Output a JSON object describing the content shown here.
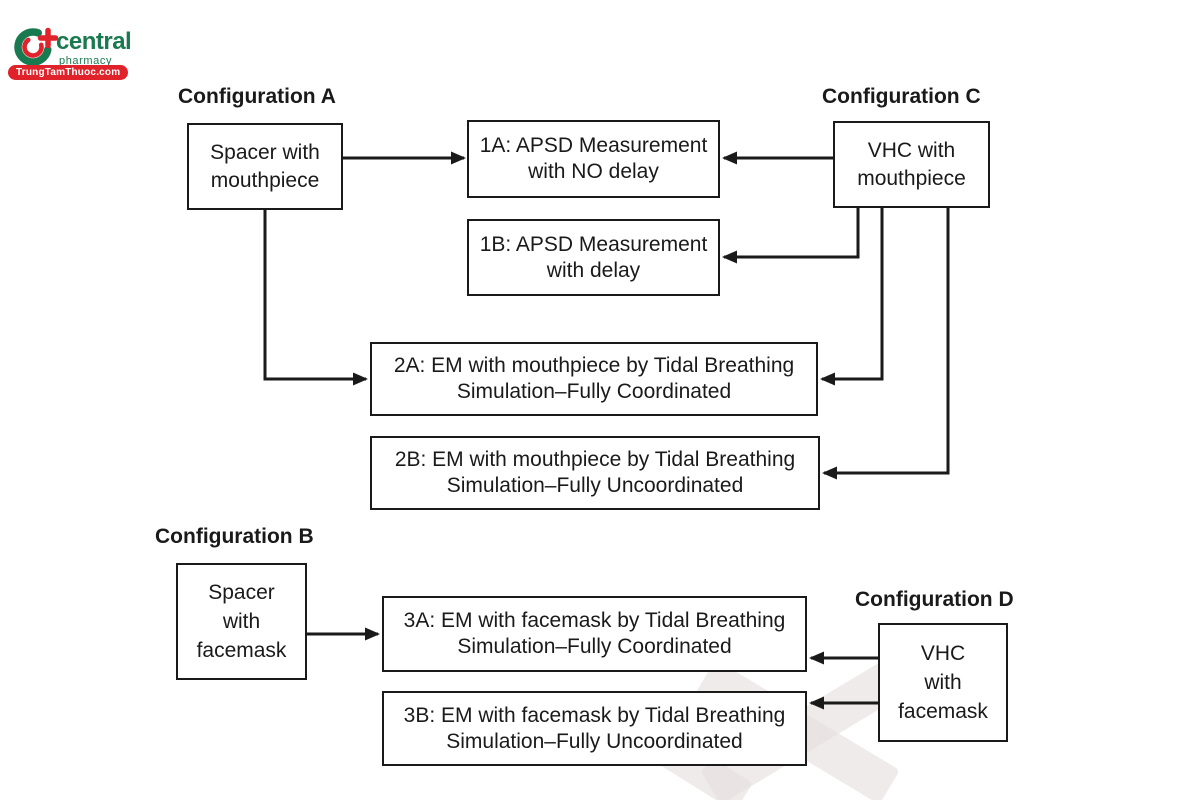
{
  "logo": {
    "brand": "central",
    "tagline": "pharmacy",
    "banner": "TrungTamThuoc.com",
    "colors": {
      "green": "#1a7a4f",
      "red": "#e0222a"
    }
  },
  "diagram": {
    "headings": {
      "config_a": "Configuration A",
      "config_b": "Configuration B",
      "config_c": "Configuration C",
      "config_d": "Configuration D"
    },
    "nodes": {
      "spacer_mouthpiece": {
        "label": "Spacer with\nmouthpiece"
      },
      "vhc_mouthpiece": {
        "label": "VHC with\nmouthpiece"
      },
      "box_1a": {
        "label": "1A: APSD Measurement\nwith NO delay"
      },
      "box_1b": {
        "label": "1B: APSD Measurement\nwith delay"
      },
      "box_2a": {
        "label": "2A: EM with mouthpiece by Tidal Breathing\nSimulation–Fully Coordinated"
      },
      "box_2b": {
        "label": "2B: EM with mouthpiece by Tidal Breathing\nSimulation–Fully Uncoordinated"
      },
      "spacer_facemask": {
        "label": "Spacer\nwith\nfacemask"
      },
      "box_3a": {
        "label": "3A: EM with facemask by Tidal Breathing\nSimulation–Fully Coordinated"
      },
      "box_3b": {
        "label": "3B: EM with facemask by Tidal Breathing\nSimulation–Fully Uncoordinated"
      },
      "vhc_facemask": {
        "label": "VHC\nwith\nfacemask"
      }
    },
    "edges": [
      {
        "from": "spacer_mouthpiece",
        "to": "box_1a"
      },
      {
        "from": "spacer_mouthpiece",
        "to": "box_2a"
      },
      {
        "from": "vhc_mouthpiece",
        "to": "box_1a"
      },
      {
        "from": "vhc_mouthpiece",
        "to": "box_1b"
      },
      {
        "from": "vhc_mouthpiece",
        "to": "box_2a"
      },
      {
        "from": "vhc_mouthpiece",
        "to": "box_2b"
      },
      {
        "from": "spacer_facemask",
        "to": "box_3a"
      },
      {
        "from": "vhc_facemask",
        "to": "box_3a"
      },
      {
        "from": "vhc_facemask",
        "to": "box_3b"
      }
    ]
  }
}
